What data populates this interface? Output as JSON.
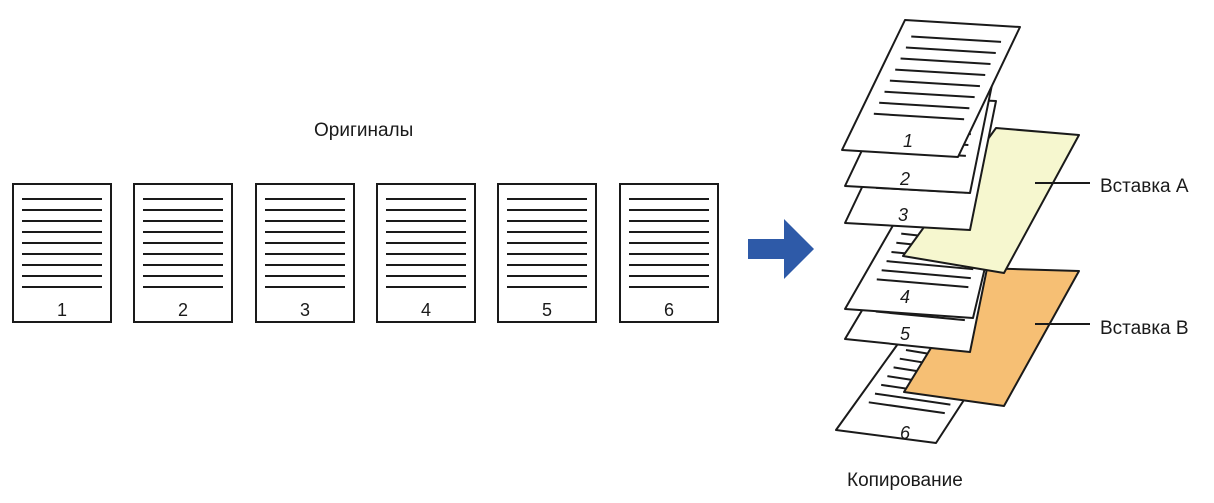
{
  "originals_label": "Оригиналы",
  "copy_label": "Копирование",
  "originals": [
    "1",
    "2",
    "3",
    "4",
    "5",
    "6"
  ],
  "stack_pages": [
    "1",
    "2",
    "3",
    "4",
    "5",
    "6"
  ],
  "insert_a_label": "Вставка A",
  "insert_b_label": "Вставка B",
  "colors": {
    "arrow": "#2e5aa8",
    "insert_a": "#f6f7cf",
    "insert_b": "#f6bf74",
    "line": "#1a1a1a"
  },
  "icons": {
    "arrow": "right-arrow-icon"
  }
}
